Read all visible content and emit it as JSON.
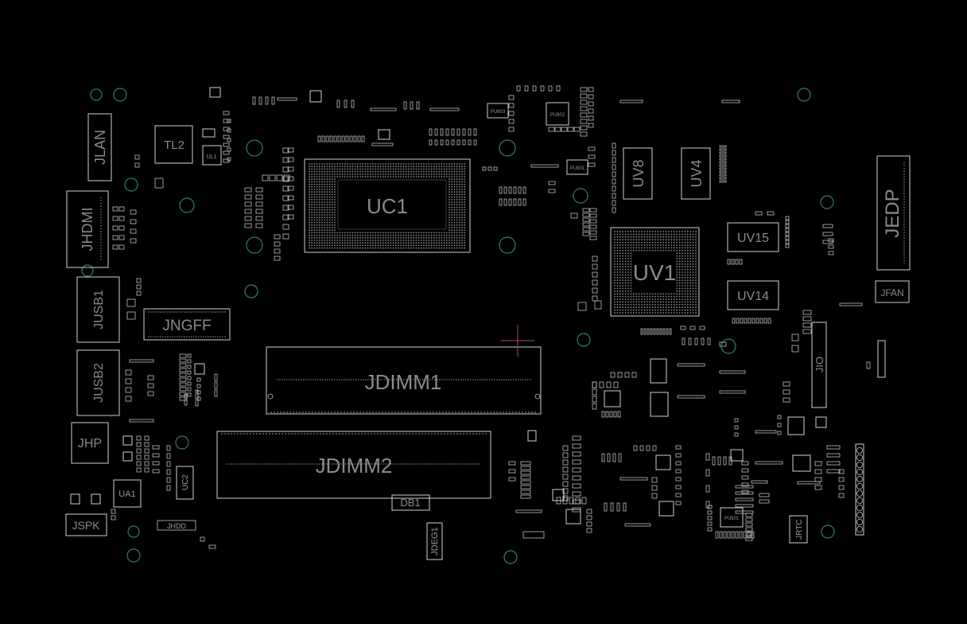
{
  "board": {
    "background": "#000000",
    "silkscreen_color": "#cfcfcf",
    "label_color": "#8a8a8a",
    "hole_color": "#2f7f6a",
    "cursor_color": "#b04a58"
  },
  "components": {
    "uc1": "UC1",
    "uv1": "UV1",
    "uv8": "UV8",
    "uv4": "UV4",
    "uv15": "UV15",
    "uv14": "UV14",
    "jdimm1": "JDIMM1",
    "jdimm2": "JDIMM2",
    "jngff": "JNGFF",
    "jlan": "JLAN",
    "jhdmi": "JHDMI",
    "jusb1": "JUSB1",
    "jusb2": "JUSB2",
    "jhp": "JHP",
    "jspk": "JSPK",
    "jhdd": "JHDD",
    "jedp": "JEDP",
    "jfan": "JFAN",
    "jio": "JIO",
    "jrtc": "JRTC",
    "jdeg1": "JDEG1",
    "db1": "DB1",
    "tl2": "TL2",
    "ua1": "UA1",
    "uc2": "UC2",
    "ul1": "UL1",
    "pu803": "PU803",
    "pu802": "PU802",
    "pu801": "PU801",
    "pu501": "PU501"
  }
}
